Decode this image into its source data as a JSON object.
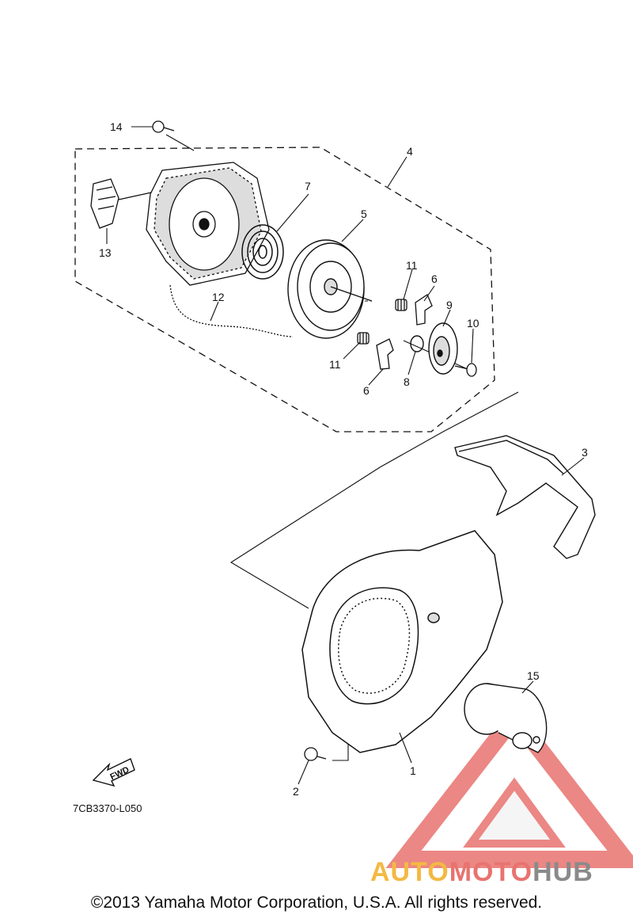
{
  "callouts": [
    {
      "label": "1"
    },
    {
      "label": "2"
    },
    {
      "label": "3"
    },
    {
      "label": "4"
    },
    {
      "label": "5"
    },
    {
      "label": "6"
    },
    {
      "label": "6"
    },
    {
      "label": "7"
    },
    {
      "label": "8"
    },
    {
      "label": "9"
    },
    {
      "label": "10"
    },
    {
      "label": "11"
    },
    {
      "label": "11"
    },
    {
      "label": "12"
    },
    {
      "label": "13"
    },
    {
      "label": "14"
    },
    {
      "label": "15"
    }
  ],
  "drawing_code": "7CB3370-L050",
  "fwd_label": "FWD",
  "watermark": {
    "part1": "AUTO",
    "part2": "MOTO",
    "part3": "HUB",
    "color1": "#f4b942",
    "color2": "#e8736f",
    "color3": "#8a8a8a"
  },
  "copyright": "©2013 Yamaha Motor Corporation, U.S.A. All rights reserved.",
  "colors": {
    "line": "#111111",
    "accent": "#e8736f"
  }
}
